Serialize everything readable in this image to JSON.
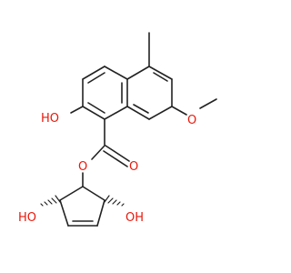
{
  "colors": {
    "bond": "#222222",
    "oxygen": "#e8180a",
    "background": "#ffffff"
  },
  "labels": {
    "ring_hydroxyl": "HO",
    "ester_oxygen": "O",
    "carbonyl_oxygen": "O",
    "methoxy_oxygen": "O",
    "cyclopentene_hydroxyl_left": "HO",
    "cyclopentene_hydroxyl_right": "OH"
  }
}
